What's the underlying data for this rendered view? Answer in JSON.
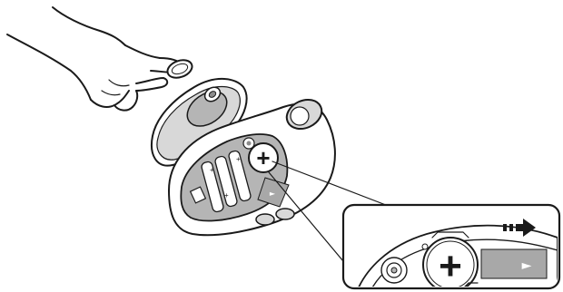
{
  "figure": {
    "title": "",
    "elements": [
      "hand-holding-coin",
      "remote-cover",
      "remote-body",
      "battery-compartment",
      "coin-cell-battery",
      "battery-tab",
      "zoom-inset",
      "direction-arrow"
    ]
  },
  "battery": {
    "polarity_symbol": "+",
    "aa_cells": 3
  },
  "inset": {
    "arrow_symbol": "▶",
    "tab_symbol": "►"
  },
  "colors": {
    "outline": "#1a1a1a",
    "body_fill": "#ffffff",
    "shade_light": "#d8d8d8",
    "shade_mid": "#b5b5b5",
    "shade_dark": "#8c8c8c",
    "tab_fill": "#a8a8a8"
  }
}
